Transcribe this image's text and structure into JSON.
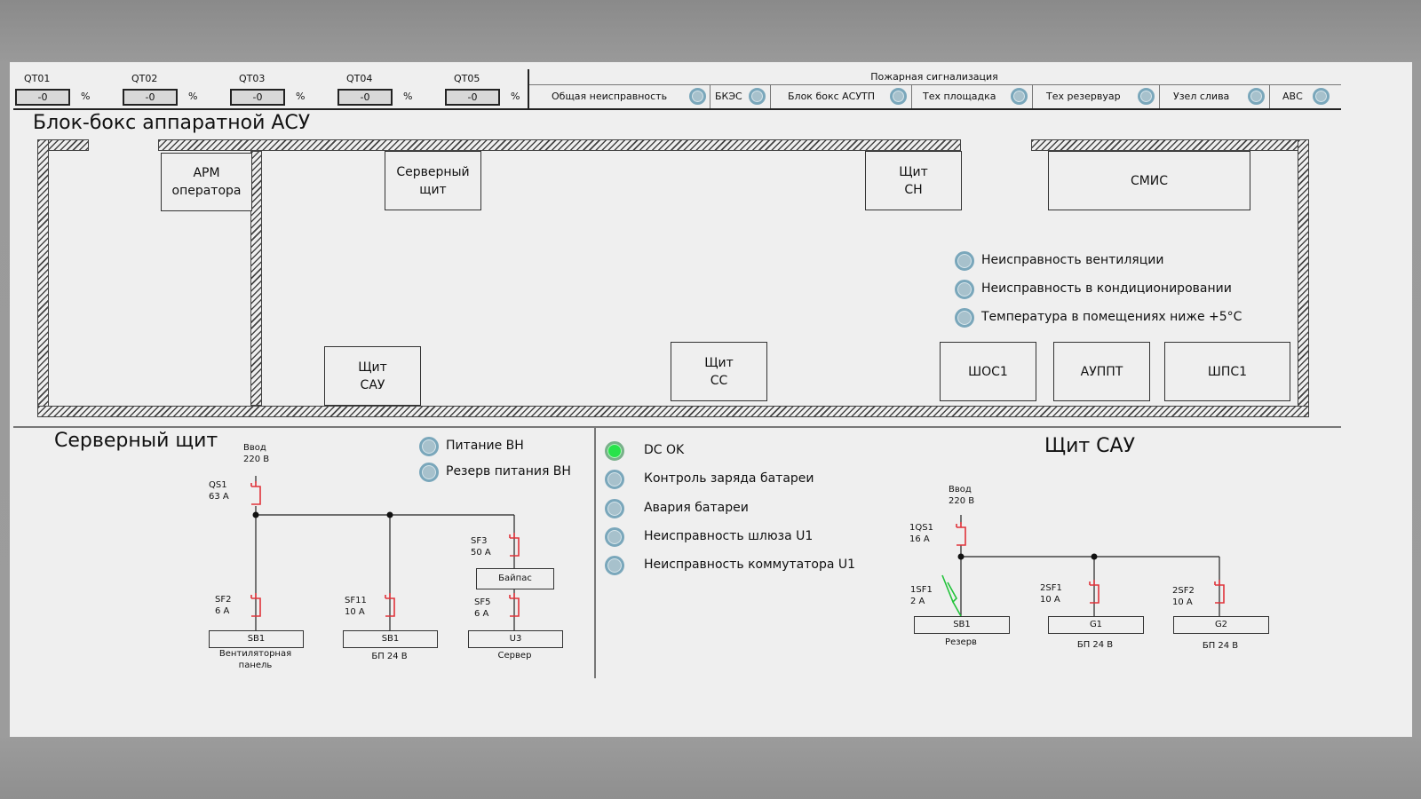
{
  "qt_readouts": [
    {
      "name": "QT01",
      "value": "-0",
      "unit": "%"
    },
    {
      "name": "QT02",
      "value": "-0",
      "unit": "%"
    },
    {
      "name": "QT03",
      "value": "-0",
      "unit": "%"
    },
    {
      "name": "QT04",
      "value": "-0",
      "unit": "%"
    },
    {
      "name": "QT05",
      "value": "-0",
      "unit": "%"
    }
  ],
  "fire_alarm": {
    "title": "Пожарная сигнализация",
    "items": [
      "Общая неисправность",
      "БКЭС",
      "Блок бокс АСУТП",
      "Тех площадка",
      "Тех резервуар",
      "Узел слива",
      "АВС"
    ]
  },
  "block_box": {
    "title": "Блок-бокс аппаратной АСУ",
    "cabinets": {
      "arm": "АРМ\nоператора",
      "server": "Серверный\nщит",
      "sn": "Щит\nСН",
      "smis": "СМИС",
      "sau": "Щит\nСАУ",
      "ss": "Щит\nСС",
      "shos1": "ШОС1",
      "aupt": "АУППТ",
      "shps1": "ШПС1"
    },
    "alarms": [
      "Неисправность вентиляции",
      "Неисправность в кондиционировании",
      "Температура в помещениях ниже +5°С"
    ]
  },
  "server_panel": {
    "title": "Серверный щит",
    "indicators": [
      "Питание ВН",
      "Резерв питания ВН"
    ],
    "input": "Ввод\n220 В",
    "breakers": {
      "qs1": "QS1\n63 А",
      "sf2": "SF2\n6 А",
      "sf11": "SF11\n10 А",
      "sf3": "SF3\n50 А",
      "sf5": "SF5\n6 А"
    },
    "bypass": "Байпас",
    "loads": [
      {
        "id": "SB1",
        "caption": "Вентиляторная\nпанель"
      },
      {
        "id": "SB1",
        "caption": "БП 24 В"
      },
      {
        "id": "U3",
        "caption": "Сервер"
      }
    ]
  },
  "dc_status": {
    "items": [
      "DC OK",
      "Контроль заряда батареи",
      "Авария батареи",
      "Неисправность шлюза U1",
      "Неисправность коммутатора U1"
    ],
    "active_color": "#27e34a"
  },
  "sau_panel": {
    "title": "Щит САУ",
    "input": "Ввод\n220 В",
    "breakers": {
      "qs1": "1QS1\n16 А",
      "sf1": "1SF1\n2 А",
      "sf2_1": "2SF1\n10 А",
      "sf2_2": "2SF2\n10 А"
    },
    "loads": [
      {
        "id": "SB1",
        "caption": "Резерв"
      },
      {
        "id": "G1",
        "caption": "БП 24 В"
      },
      {
        "id": "G2",
        "caption": "БП 24 В"
      }
    ]
  },
  "colors": {
    "breaker": "#e0333a",
    "breaker_off": "#22c33a",
    "wall": "#444444",
    "indicator": "#a7c1cc"
  }
}
